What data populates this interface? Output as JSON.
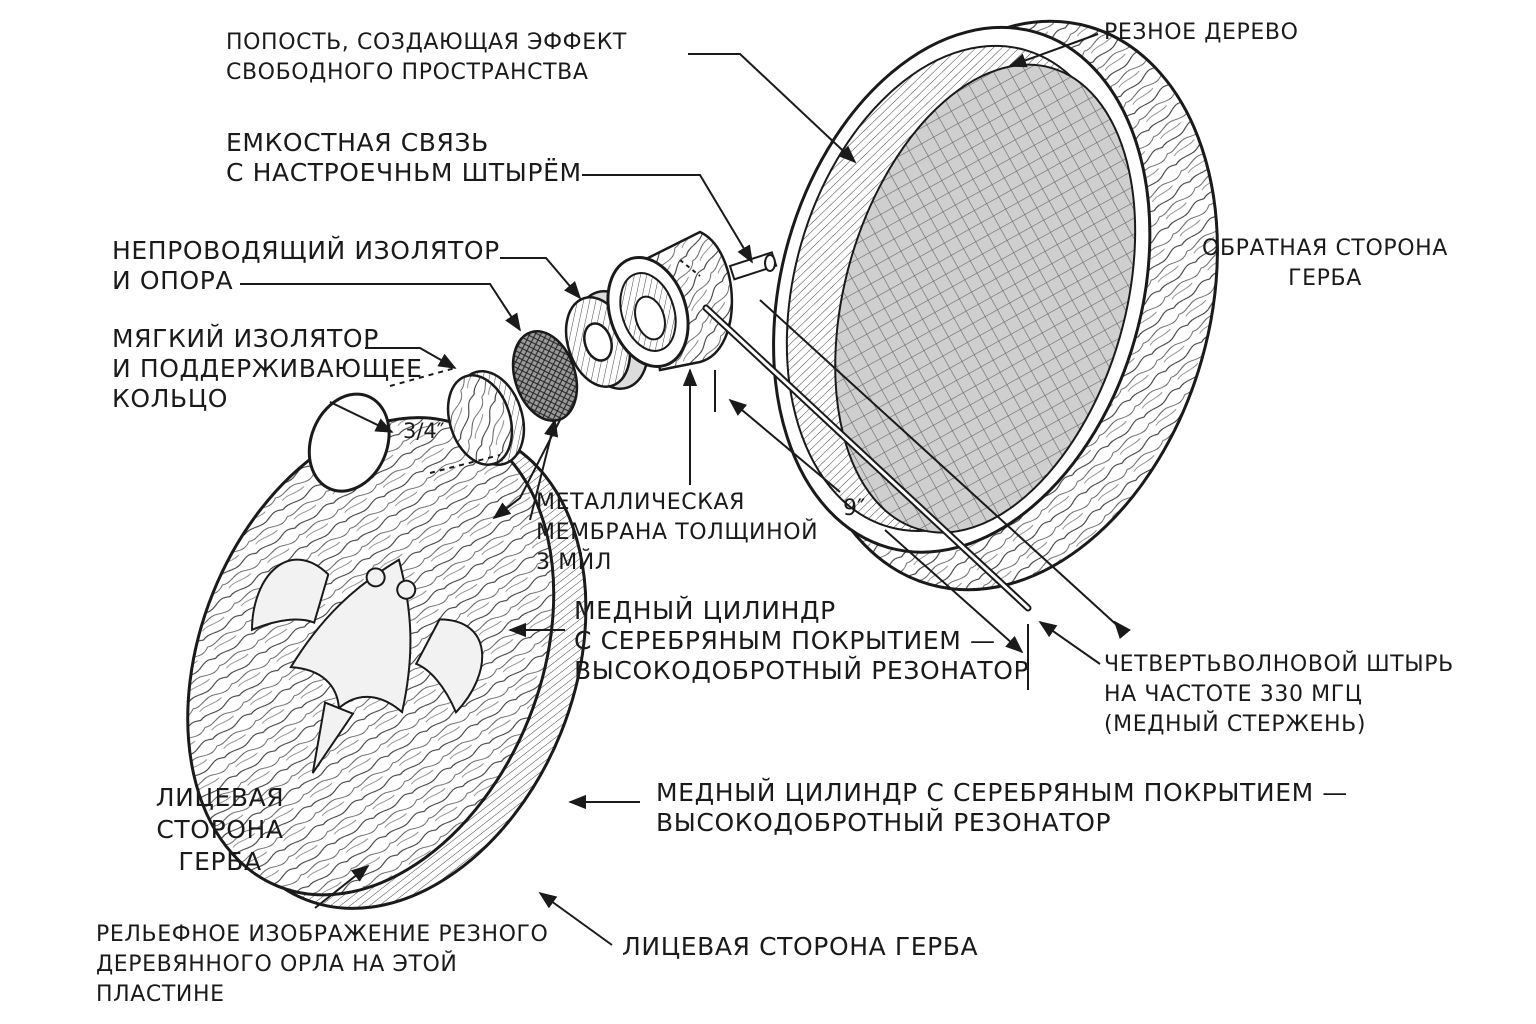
{
  "labels": {
    "cavity": [
      "ПОПОСТЬ, СОЗДАЮЩАЯ ЭФФЕКТ",
      "СВОБОДНОГО ПРОСТРАНСТВА"
    ],
    "capacitive": [
      "ЕМКОСТНАЯ СВЯЗЬ",
      "С НАСТРОЕЧНЬМ ШТЫРЁМ"
    ],
    "insulator": [
      "НЕПРОВОДЯЩИЙ ИЗОЛЯТОР",
      "И ОПОРА"
    ],
    "soft_insulator": [
      "МЯГКИЙ ИЗОЛЯТОР",
      "И ПОДДЕРЖИВАЮЩЕЕ",
      "КОЛЬЦО"
    ],
    "membrane": [
      "МЕТАЛЛИЧЕСКАЯ",
      "МЕМБРАНА ТОЛЩИНОЙ",
      "3 МЙЛ"
    ],
    "cylinder_1": [
      "МЕДНЫЙ ЦИЛИНДР",
      "С СЕРЕБРЯНЫМ ПОКРЫТИЕМ —",
      "ВЫСОКОДОБРОТНЫЙ РЕЗОНАТОР"
    ],
    "cylinder_2": [
      "МЕДНЫЙ ЦИЛИНДР С СЕРЕБРЯНЫМ ПОКРЫТИЕМ —",
      "ВЫСОКОДОБРОТНЫЙ РЕЗОНАТОР"
    ],
    "carved_wood": [
      "РЕЗНОЕ ДЕРЕВО"
    ],
    "back_side": [
      "ОБРАТНАЯ СТОРОНА",
      "ГЕРБА"
    ],
    "quarter_wave": [
      "ЧЕТВЕРТЬВОЛНОВОЙ ШТЫРЬ",
      "НА ЧАСТОТЕ 330 МГЦ",
      "(МЕДНЫЙ СТЕРЖЕНЬ)"
    ],
    "front_side": [
      "ЛИЦЕВАЯ",
      "СТОРОНА",
      "ГЕРБА"
    ],
    "relief": [
      "РЕЛЬЕФНОЕ ИЗОБРАЖЕНИЕ РЕЗНОГО",
      "ДЕРЕВЯННОГО ОРЛА НА ЭТОЙ",
      "ПЛАСТИНЕ"
    ],
    "front_side_2": [
      "ЛИЦЕВАЯ СТОРОНА ГЕРБА"
    ]
  },
  "dimensions": {
    "small": "3/4″",
    "large": "9″"
  },
  "colors": {
    "ink": "#1a1a1a",
    "paper": "#ffffff",
    "hatch": "#555555"
  }
}
